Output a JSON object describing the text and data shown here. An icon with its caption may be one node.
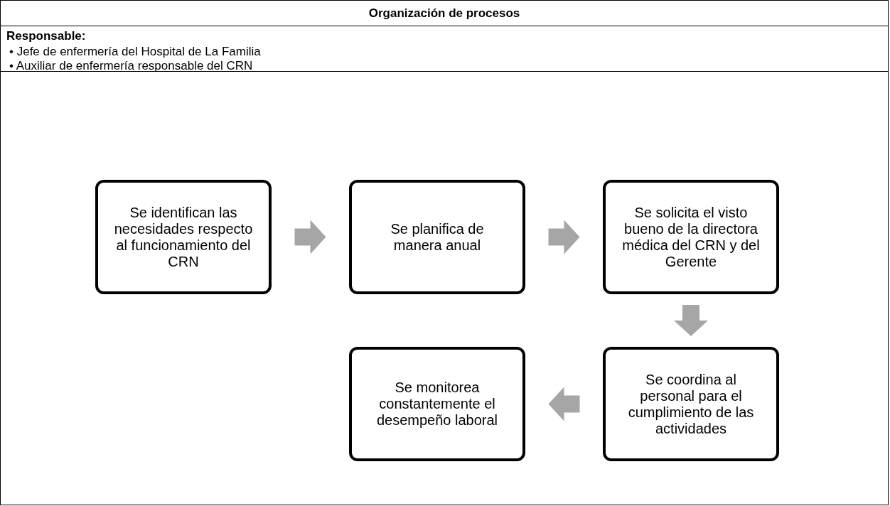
{
  "diagram": {
    "title": "Organización de procesos",
    "nodes": [
      {
        "text": [
          "Se identifican las necesidades respecto al funcionamiento del CRN"
        ]
      },
      {
        "text": [
          "Se planifica de manera anual"
        ]
      },
      {
        "text": [
          "Se solicita el visto bueno de la directora médica del CRN y del Gerente"
        ]
      },
      {
        "text": [
          "Se coordina al personal para el cumplimiento de las actividades"
        ]
      },
      {
        "text": [
          "Se monitorea constantemente el desempeño laboral"
        ]
      }
    ],
    "edges": [
      {
        "from": 0,
        "to": 1,
        "arrow": "to"
      },
      {
        "from": 1,
        "to": 2,
        "arrow": "to"
      },
      {
        "from": 2,
        "to": 3,
        "arrow": "to"
      },
      {
        "from": 3,
        "to": 4,
        "arrow": "to"
      }
    ],
    "labels": [
      "Responsable:",
      "• Jefe de enfermería del Hospital de La Familia",
      "• Auxiliar de enfermería responsable del CRN"
    ]
  }
}
